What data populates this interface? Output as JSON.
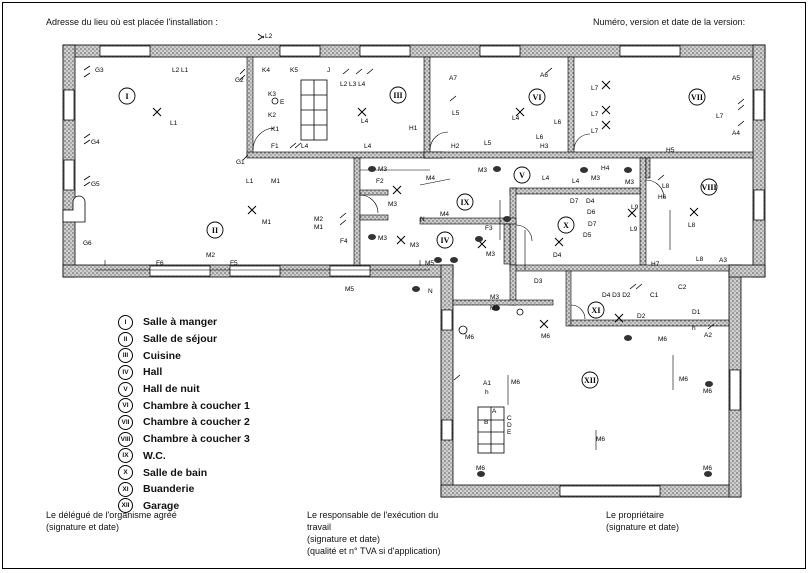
{
  "header": {
    "left": "Adresse du lieu où est placée l'installation :",
    "right": "Numéro, version et date de la version:"
  },
  "rooms": [
    {
      "num": "I",
      "name": "Salle à manger"
    },
    {
      "num": "II",
      "name": "Salle de séjour"
    },
    {
      "num": "III",
      "name": "Cuisine"
    },
    {
      "num": "IV",
      "name": "Hall"
    },
    {
      "num": "V",
      "name": "Hall de nuit"
    },
    {
      "num": "VI",
      "name": "Chambre à coucher 1"
    },
    {
      "num": "VII",
      "name": "Chambre à coucher 2"
    },
    {
      "num": "VIII",
      "name": "Chambre à coucher 3"
    },
    {
      "num": "IX",
      "name": "W.C."
    },
    {
      "num": "X",
      "name": "Salle de bain"
    },
    {
      "num": "XI",
      "name": "Buanderie"
    },
    {
      "num": "XII",
      "name": "Garage"
    }
  ],
  "footer": {
    "delegate": [
      "Le délégué de l'organisme agréé",
      "(signature et date)"
    ],
    "responsible": [
      "Le responsable de l'exécution du",
      "travail",
      "(signature et date)",
      "(qualité et n° TVA si d'application)"
    ],
    "owner": [
      "Le propriétaire",
      "(signature et date)"
    ]
  },
  "labels": {
    "circuits": [
      "L1",
      "L2",
      "L3",
      "L4",
      "L5",
      "L6",
      "L7",
      "L8",
      "L9",
      "G1",
      "G2",
      "G3",
      "G4",
      "G5",
      "G6",
      "K1",
      "K2",
      "K3",
      "K4",
      "K5",
      "F1",
      "F2",
      "F3",
      "F4",
      "F5",
      "F6",
      "M1",
      "M2",
      "M3",
      "M4",
      "M5",
      "M6",
      "H1",
      "H2",
      "H3",
      "H4",
      "H5",
      "H6",
      "H7",
      "A1",
      "A2",
      "A3",
      "A4",
      "A5",
      "A6",
      "A7",
      "D1",
      "D2",
      "D3",
      "D4",
      "D5",
      "D6",
      "D7",
      "C1",
      "C2",
      "E",
      "J",
      "N",
      "h"
    ],
    "panel": [
      "A",
      "B",
      "C",
      "D",
      "E"
    ]
  }
}
